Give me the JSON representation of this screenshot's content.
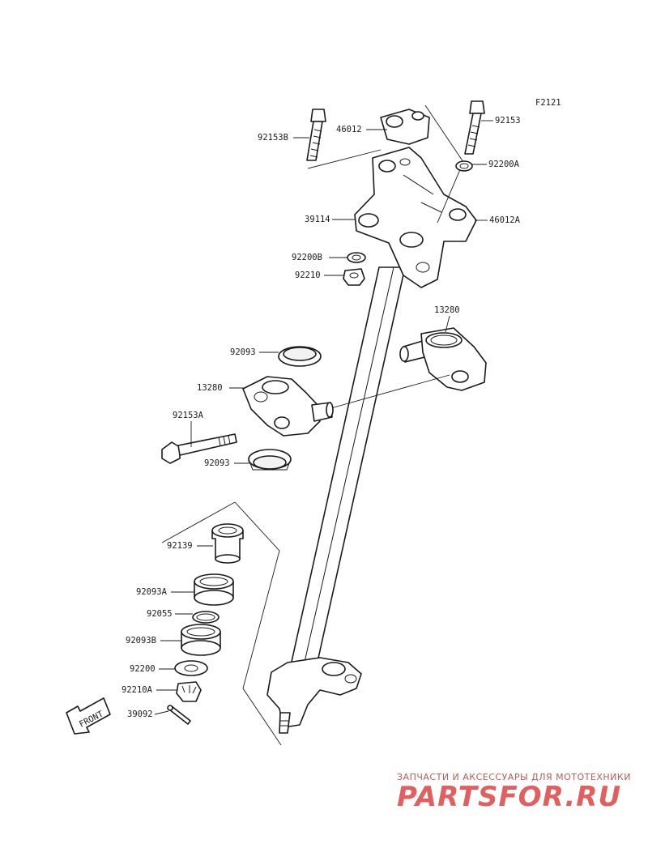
{
  "figure_code": "F2121",
  "front_label": "FRONT",
  "labels": [
    "92153B",
    "46012",
    "92153",
    "92200A",
    "39114",
    "46012A",
    "92200B",
    "92210",
    "13280",
    "92093",
    "13280",
    "92153A",
    "92093",
    "92139",
    "92093A",
    "92055",
    "92093B",
    "92200",
    "92210A",
    "39092"
  ],
  "watermark": {
    "tagline": "ЗАПЧАСТИ И АКСЕССУАРЫ ДЛЯ МОТОТЕХНИКИ",
    "logo": "PARTSFOR.RU",
    "color": "#e06060"
  }
}
